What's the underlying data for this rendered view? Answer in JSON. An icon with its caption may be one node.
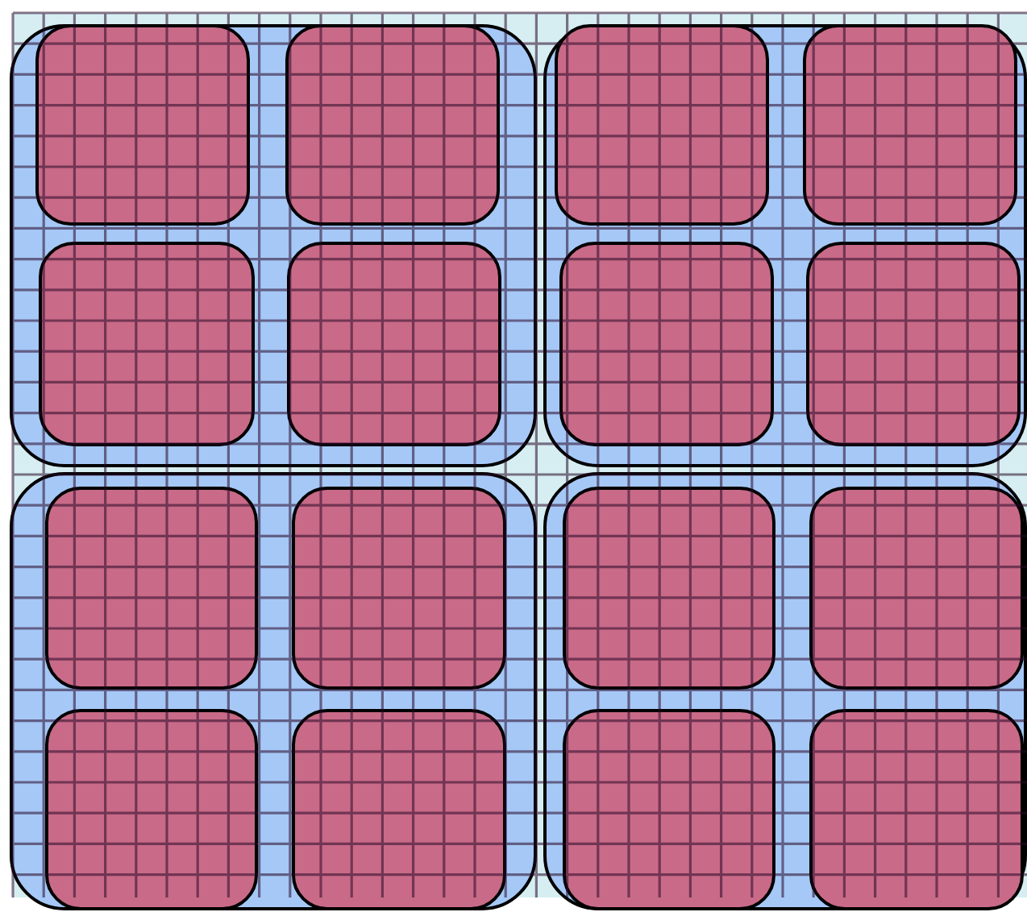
{
  "diagram": {
    "nodes": [
      {
        "text": [],
        "shape": "box"
      },
      {
        "text": [],
        "shape": "box",
        "in": 0
      },
      {
        "text": [],
        "shape": "box",
        "in": 0
      },
      {
        "text": [],
        "shape": "box",
        "in": 0
      },
      {
        "text": [],
        "shape": "box",
        "in": 0
      },
      {
        "text": [],
        "shape": "box"
      },
      {
        "text": [],
        "shape": "box",
        "in": 5
      },
      {
        "text": [],
        "shape": "box",
        "in": 5
      },
      {
        "text": [],
        "shape": "box",
        "in": 5
      },
      {
        "text": [],
        "shape": "box",
        "in": 5
      },
      {
        "text": [],
        "shape": "box"
      },
      {
        "text": [],
        "shape": "box",
        "in": 10
      },
      {
        "text": [],
        "shape": "box",
        "in": 10
      },
      {
        "text": [],
        "shape": "box",
        "in": 10
      },
      {
        "text": [],
        "shape": "box",
        "in": 10
      },
      {
        "text": [],
        "shape": "box"
      },
      {
        "text": [],
        "shape": "box",
        "in": 15
      },
      {
        "text": [],
        "shape": "box",
        "in": 15
      },
      {
        "text": [],
        "shape": "box",
        "in": 15
      },
      {
        "text": [],
        "shape": "box",
        "in": 15
      }
    ],
    "edges": []
  }
}
